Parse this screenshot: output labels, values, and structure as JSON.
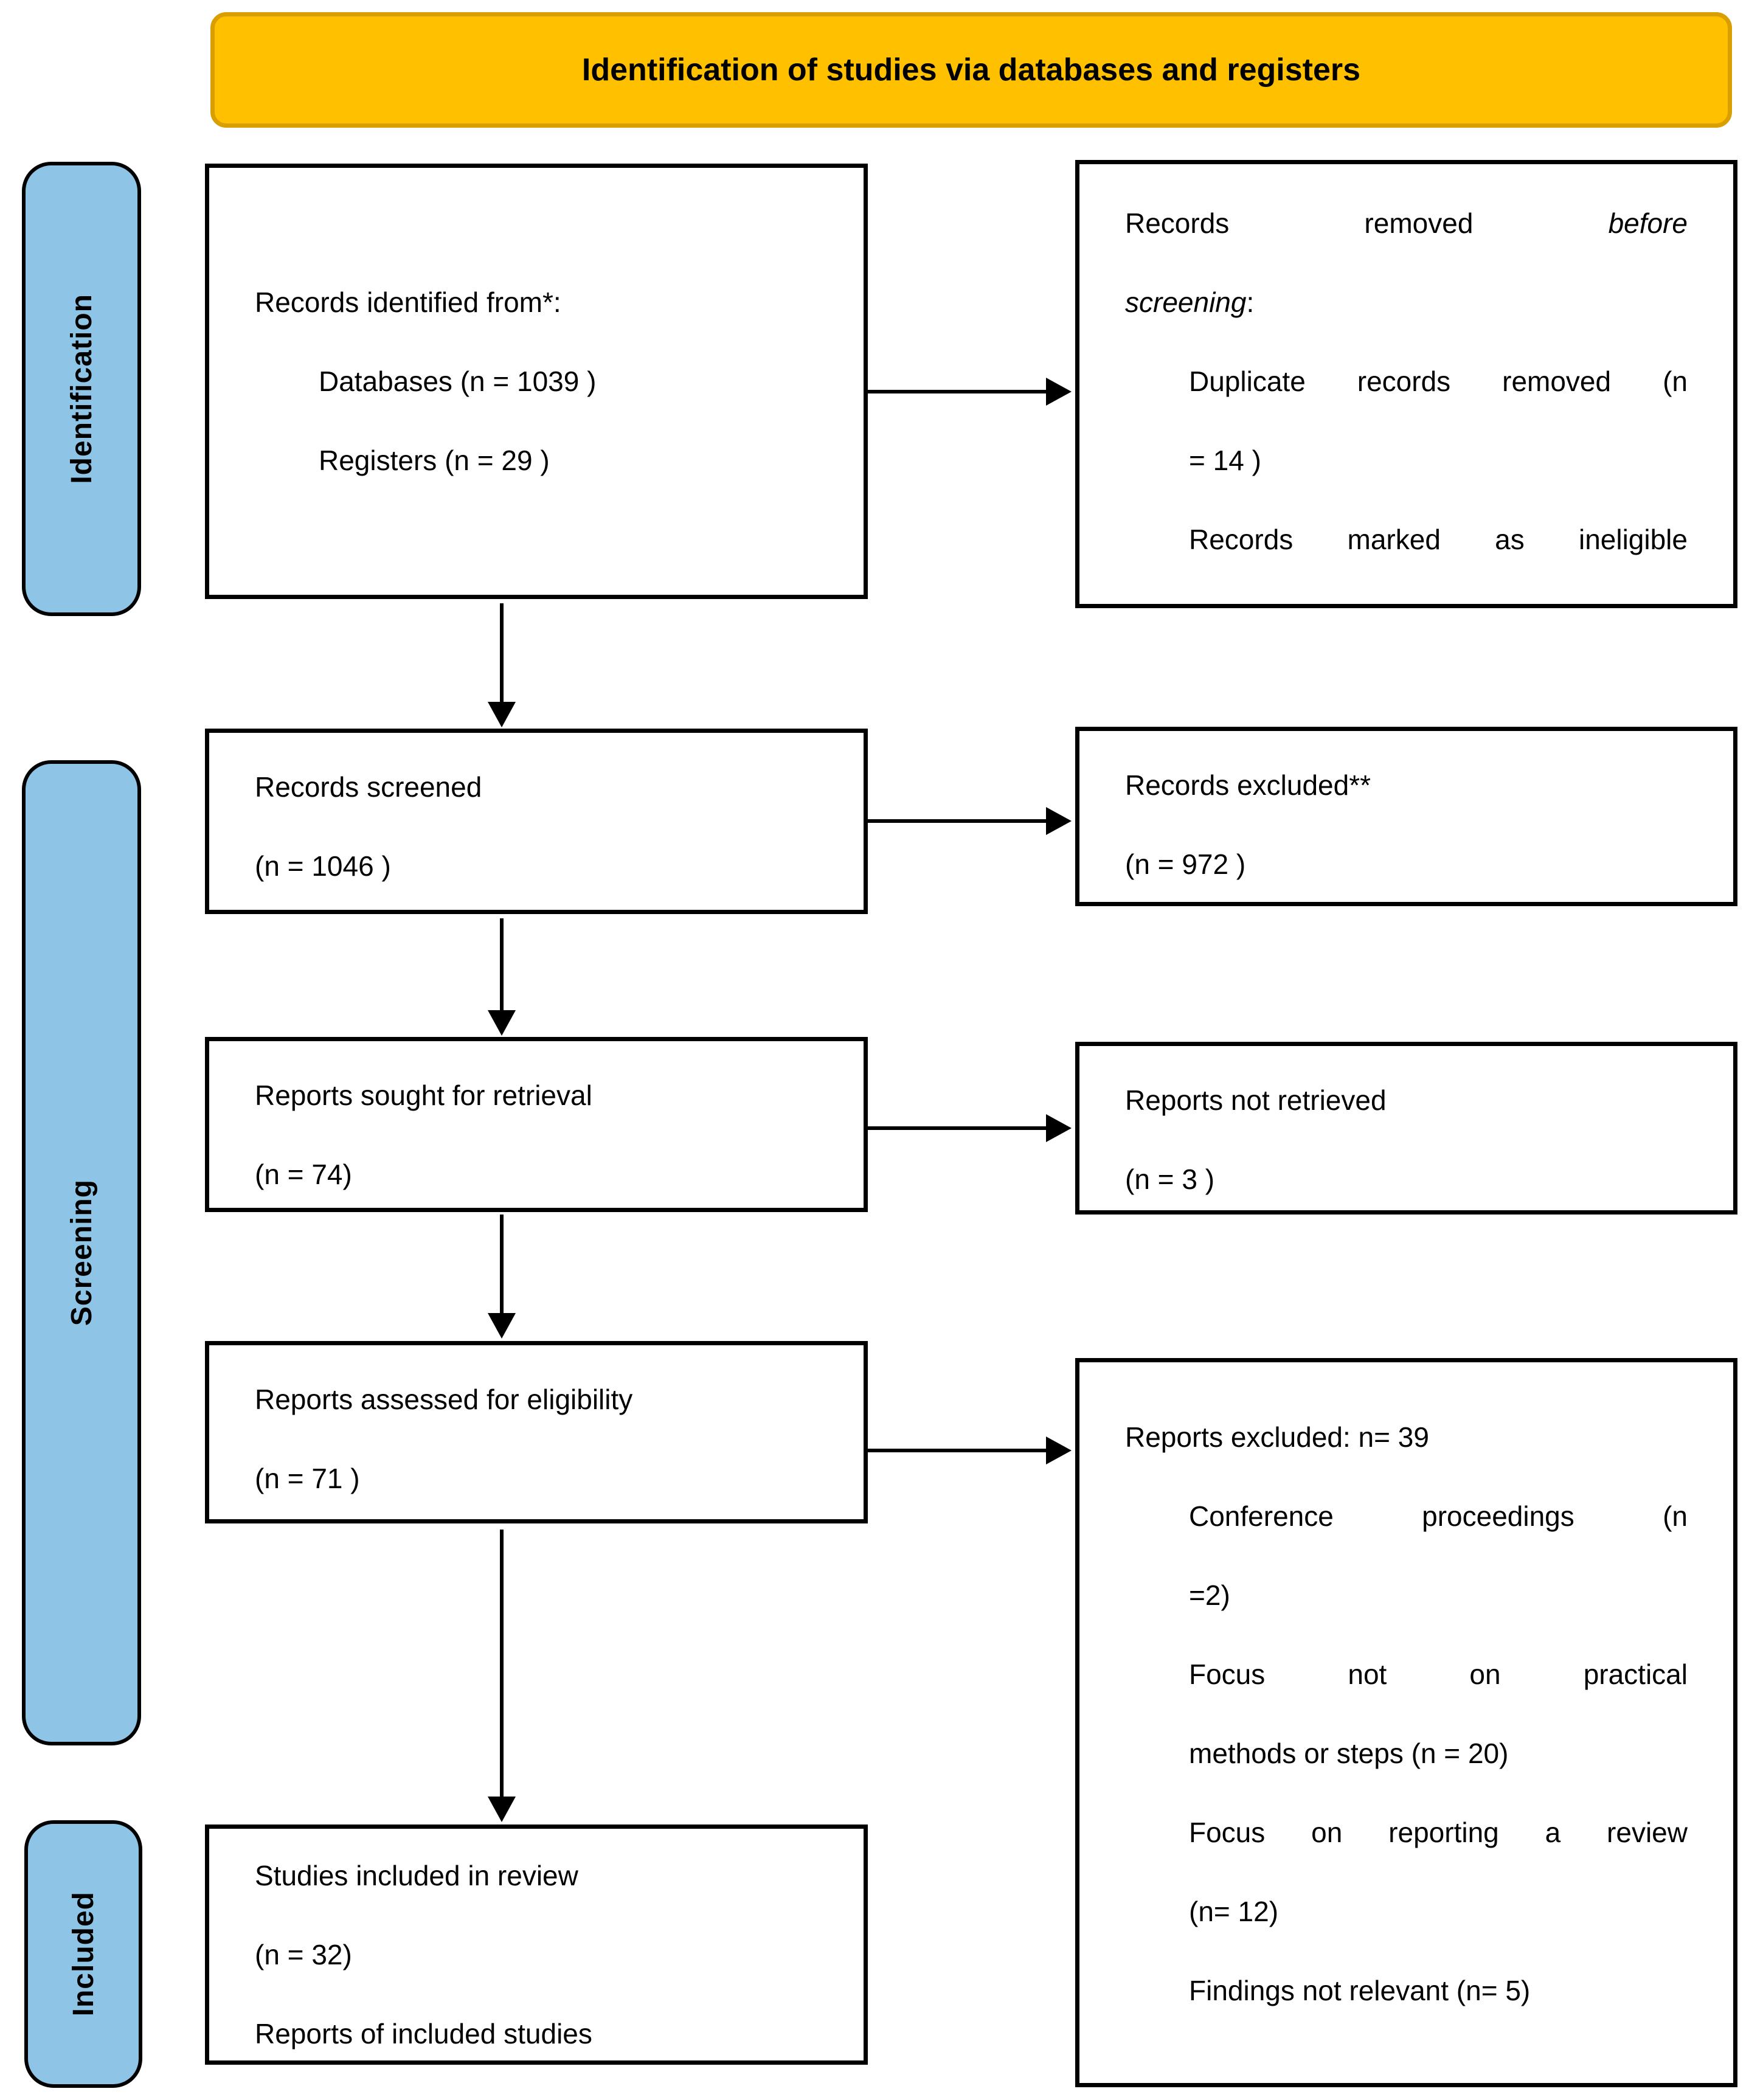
{
  "banner": {
    "label": "Identification of studies via databases and registers"
  },
  "stages": [
    {
      "label": "Identification"
    },
    {
      "label": "Screening"
    },
    {
      "label": "Included"
    }
  ],
  "colors": {
    "banner_fill": "#FFC000",
    "banner_border": "#D99E00",
    "stage_fill": "#8EC4E5",
    "stage_border": "#000000",
    "box_border": "#000000",
    "arrow": "#000000"
  },
  "boxes": {
    "records_identified": {
      "lines": [
        {
          "segments": [
            {
              "text": "Records identified from*:"
            }
          ]
        },
        {
          "segments": [
            {
              "text": "Databases (n = 1039 )"
            }
          ],
          "indent": true
        },
        {
          "segments": [
            {
              "text": "Registers (n = 29 )"
            }
          ],
          "indent": true
        }
      ]
    },
    "records_removed": {
      "lines": [
        {
          "segments": [
            {
              "text": "Records removed "
            },
            {
              "text": "before",
              "italic": true
            }
          ],
          "stretch": true
        },
        {
          "segments": [
            {
              "text": "screening",
              "italic": true
            },
            {
              "text": ":"
            }
          ]
        },
        {
          "segments": [
            {
              "text": "Duplicate records removed (n"
            }
          ],
          "indent": true,
          "stretch": true
        },
        {
          "segments": [
            {
              "text": "= 14 )"
            }
          ],
          "indent": true
        },
        {
          "segments": [
            {
              "text": "Records marked as ineligible"
            }
          ],
          "indent": true,
          "stretch": true
        }
      ]
    },
    "records_screened": {
      "lines": [
        {
          "segments": [
            {
              "text": "Records screened"
            }
          ]
        },
        {
          "segments": [
            {
              "text": "(n = 1046 )"
            }
          ]
        }
      ]
    },
    "records_excluded": {
      "lines": [
        {
          "segments": [
            {
              "text": "Records excluded**"
            }
          ]
        },
        {
          "segments": [
            {
              "text": "(n = 972 )"
            }
          ]
        }
      ]
    },
    "reports_sought": {
      "lines": [
        {
          "segments": [
            {
              "text": "Reports sought for retrieval"
            }
          ]
        },
        {
          "segments": [
            {
              "text": "(n = 74)"
            }
          ]
        }
      ]
    },
    "reports_not_retrieved": {
      "lines": [
        {
          "segments": [
            {
              "text": "Reports not retrieved"
            }
          ]
        },
        {
          "segments": [
            {
              "text": "(n = 3 )"
            }
          ]
        }
      ]
    },
    "reports_assessed": {
      "lines": [
        {
          "segments": [
            {
              "text": "Reports assessed for eligibility"
            }
          ]
        },
        {
          "segments": [
            {
              "text": "(n = 71 )"
            }
          ]
        }
      ]
    },
    "reports_excluded": {
      "lines": [
        {
          "segments": [
            {
              "text": "Reports excluded: n= 39"
            }
          ]
        },
        {
          "segments": [
            {
              "text": "Conference proceedings (n"
            }
          ],
          "indent": true,
          "stretch": true
        },
        {
          "segments": [
            {
              "text": "=2)"
            }
          ],
          "indent": true
        },
        {
          "segments": [
            {
              "text": "Focus not on practical"
            }
          ],
          "indent": true,
          "stretch": true
        },
        {
          "segments": [
            {
              "text": "methods or steps (n = 20)"
            }
          ],
          "indent": true
        },
        {
          "segments": [
            {
              "text": "Focus on reporting a review"
            }
          ],
          "indent": true,
          "stretch": true
        },
        {
          "segments": [
            {
              "text": "(n= 12)"
            }
          ],
          "indent": true
        },
        {
          "segments": [
            {
              "text": "Findings not relevant (n= 5)"
            }
          ],
          "indent": true
        }
      ]
    },
    "studies_included": {
      "lines": [
        {
          "segments": [
            {
              "text": "Studies included in review"
            }
          ]
        },
        {
          "segments": [
            {
              "text": "(n = 32)"
            }
          ]
        },
        {
          "segments": [
            {
              "text": "Reports of included studies"
            }
          ]
        }
      ]
    }
  }
}
